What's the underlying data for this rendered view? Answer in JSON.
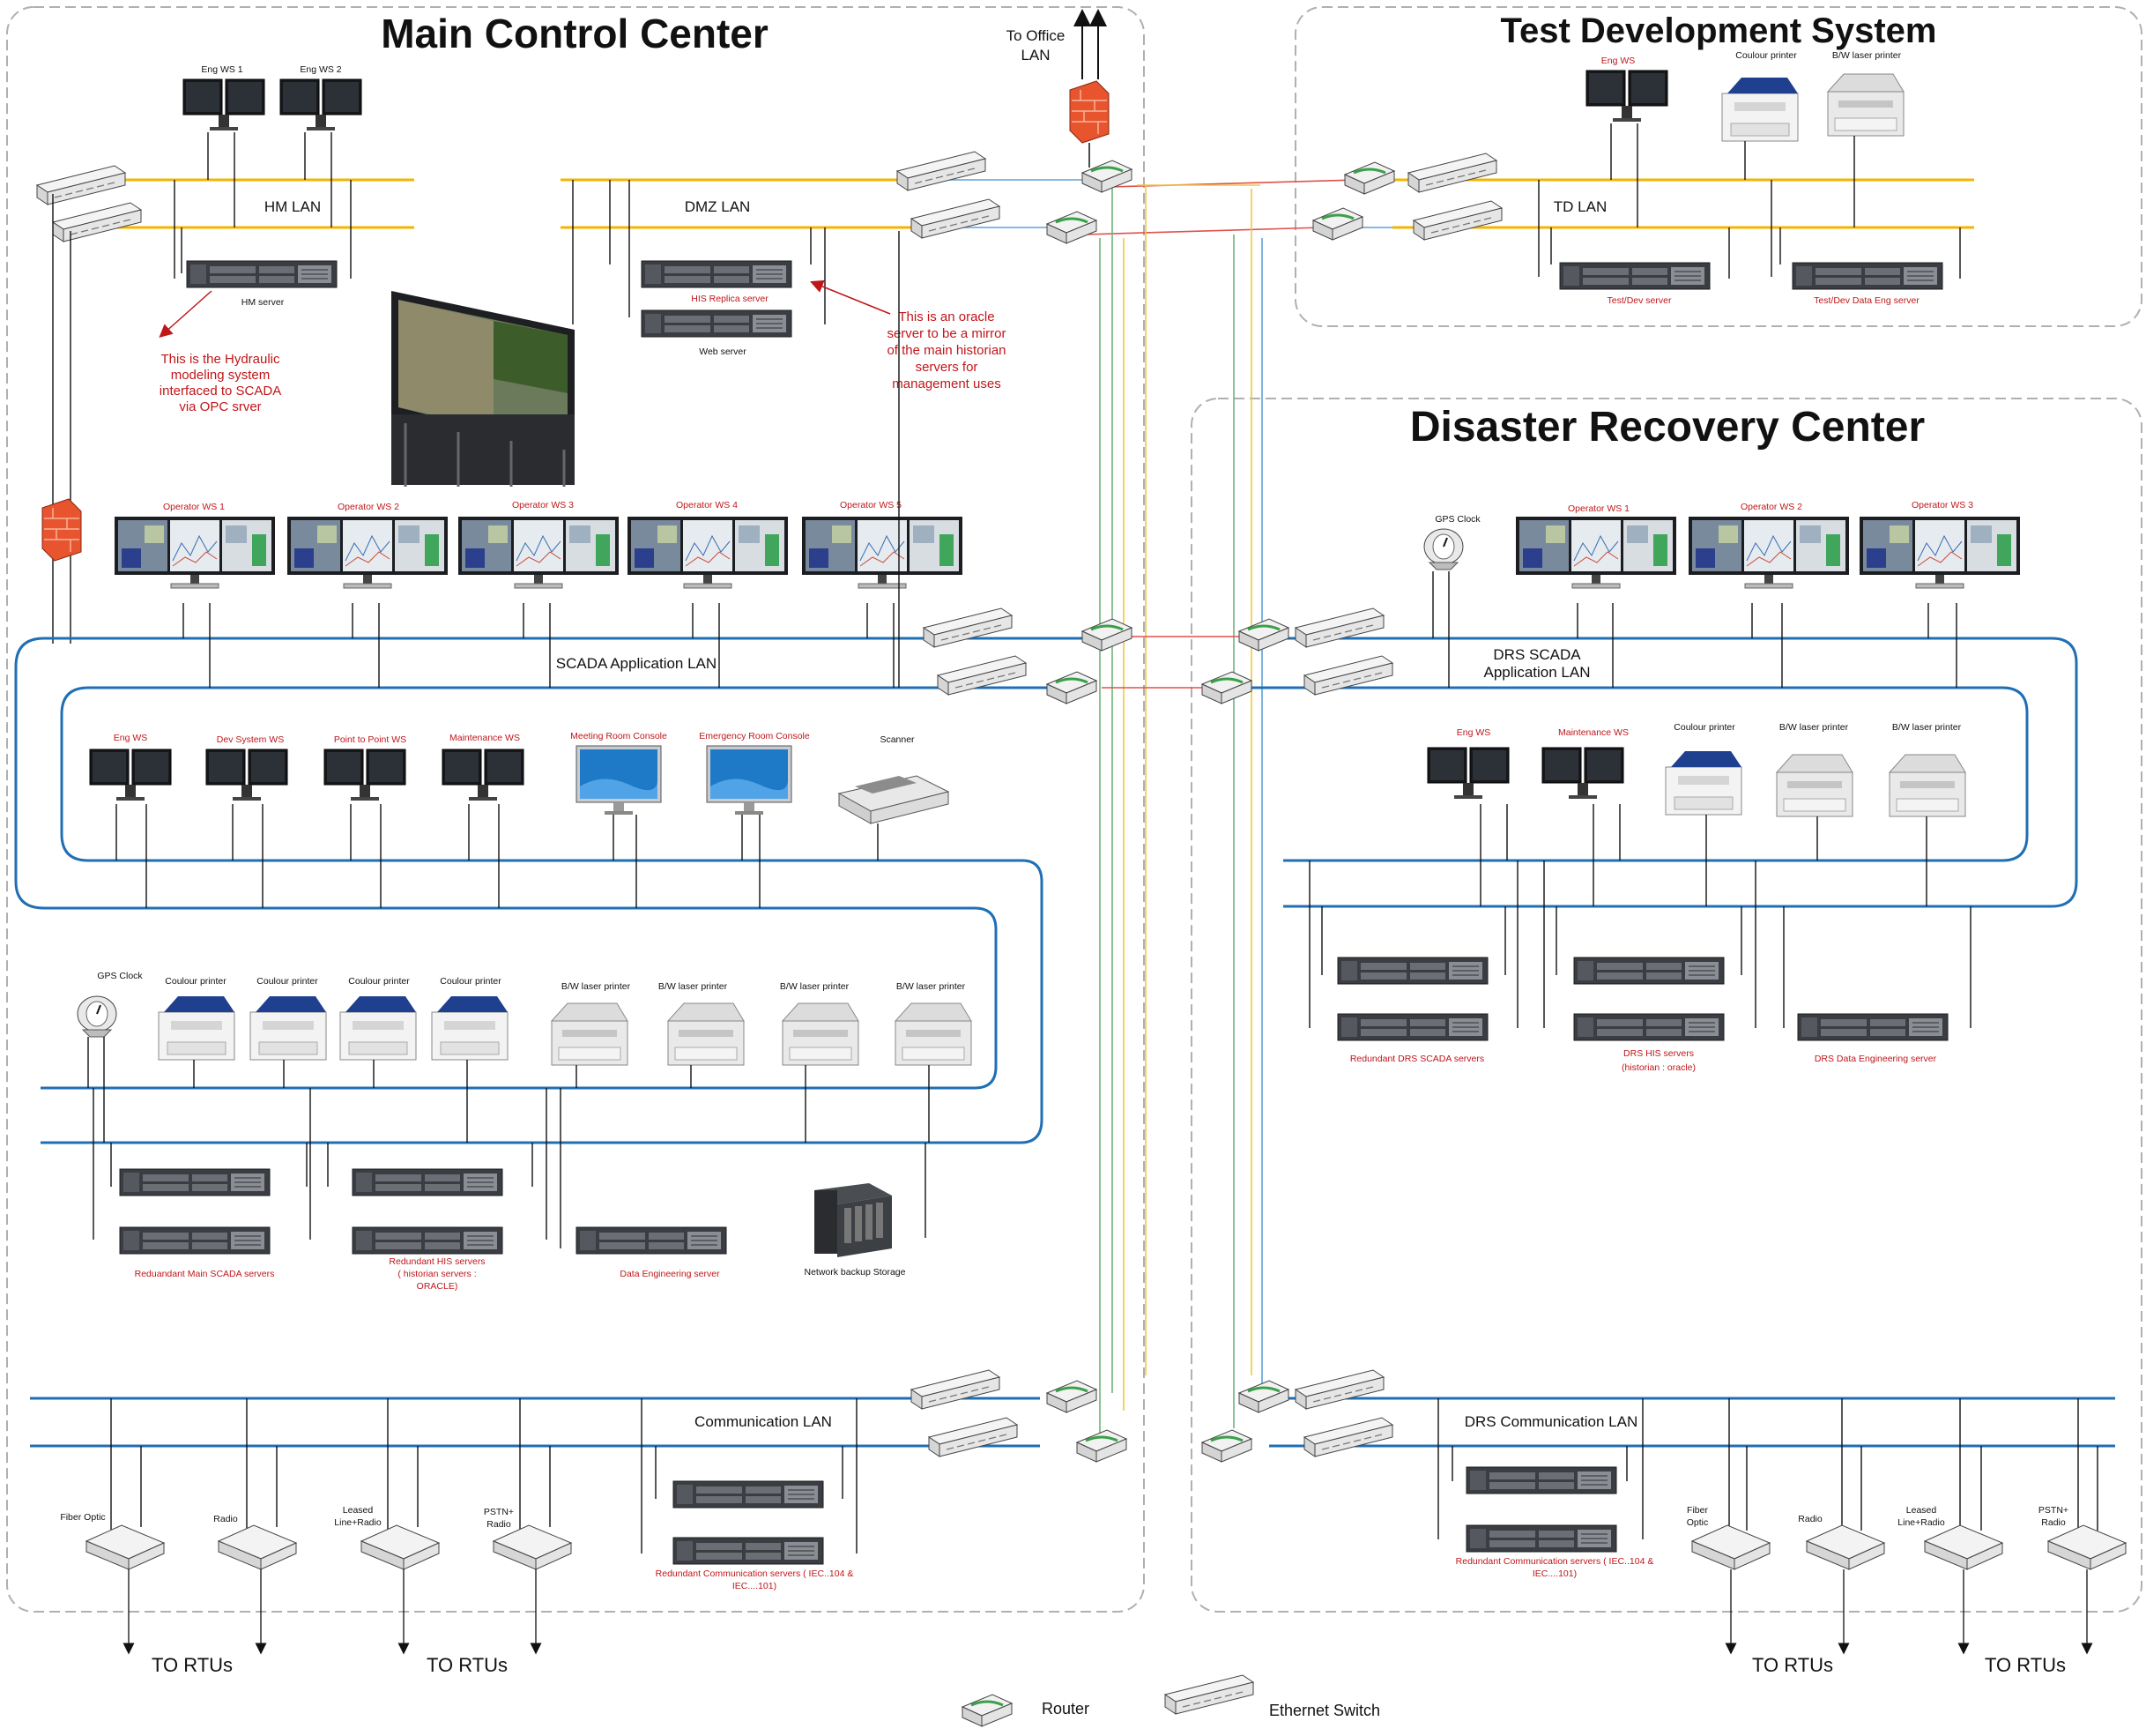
{
  "regions": {
    "main": "Main Control Center",
    "test": "Test Development System",
    "drc": "Disaster Recovery Center"
  },
  "lans": {
    "hm": "HM LAN",
    "dmz": "DMZ LAN",
    "td": "TD LAN",
    "scada": "SCADA Application  LAN",
    "drs_scada_1": "DRS SCADA",
    "drs_scada_2": "Application LAN",
    "comm": "Communication LAN",
    "drs_comm": "DRS Communication LAN"
  },
  "office_lan": [
    "To Office",
    "LAN"
  ],
  "devices": {
    "eng_ws1": "Eng WS 1",
    "eng_ws2": "Eng WS 2",
    "hm_server": "HM server",
    "his_replica": "HIS Replica server",
    "web_server": "Web  server",
    "td_eng_ws": "Eng WS",
    "coulour_printer": "Coulour printer",
    "bw_laser_printer": "B/W laser printer",
    "test_dev_server": "Test/Dev server",
    "test_dev_data_eng": "Test/Dev Data Eng server",
    "op_ws": [
      "Operator WS 1",
      "Operator WS 2",
      "Operator WS 3",
      "Operator WS 4",
      "Operator WS 5"
    ],
    "drs_op_ws": [
      "Operator WS 1",
      "Operator WS 2",
      "Operator WS 3"
    ],
    "gps_clock": "GPS Clock",
    "main_ws": [
      "Eng WS",
      "Dev System WS",
      "Point to Point WS",
      "Maintenance WS"
    ],
    "meeting_console": "Meeting Room Console",
    "emergency_console": "Emergency Room Console",
    "scanner": "Scanner",
    "drs_eng_ws": "Eng WS",
    "drs_maint_ws": "Maintenance WS",
    "main_scada_servers": "Reduandant Main SCADA servers",
    "his_servers": [
      "Redundant HIS servers",
      "( historian servers :",
      "ORACLE)"
    ],
    "data_eng_server": "Data Engineering server",
    "nas": "Network backup Storage",
    "drs_scada_servers": "Redundant DRS SCADA servers",
    "drs_his": [
      "DRS HIS servers",
      "(historian : oracle)"
    ],
    "drs_data_eng": "DRS Data Engineering server",
    "comm_servers": [
      "Redundant Communication servers ( IEC..104 &",
      "IEC....101)"
    ],
    "drs_comm_servers": [
      "Redundant Communication servers ( IEC..104 &",
      "IEC....101)"
    ],
    "fiber_optic": "Fiber Optic",
    "radio": "Radio",
    "leased": [
      "Leased",
      "Line+Radio"
    ],
    "pstn": [
      "PSTN+",
      "Radio"
    ],
    "drs_fiber": [
      "Fiber",
      "Optic"
    ]
  },
  "notes": {
    "hm_note": [
      "This is the Hydraulic",
      "modeling system",
      "interfaced to SCADA",
      "via OPC srver"
    ],
    "oracle_note": [
      "This is an oracle",
      "server to be a mirror",
      "of the main historian",
      "servers for",
      "management uses"
    ]
  },
  "rtus": "TO RTUs",
  "legend": {
    "router": "Router",
    "switch": "Ethernet Switch"
  },
  "colors": {
    "blue_lan": "#1f6fb5",
    "orange_lan": "#f4b400",
    "red_note": "#c0161a",
    "firewall": "#e8542d",
    "link_red": "#e0514c",
    "link_green": "#6fb37a",
    "link_yellow": "#f0c640",
    "link_blue": "#5fa1d8"
  }
}
